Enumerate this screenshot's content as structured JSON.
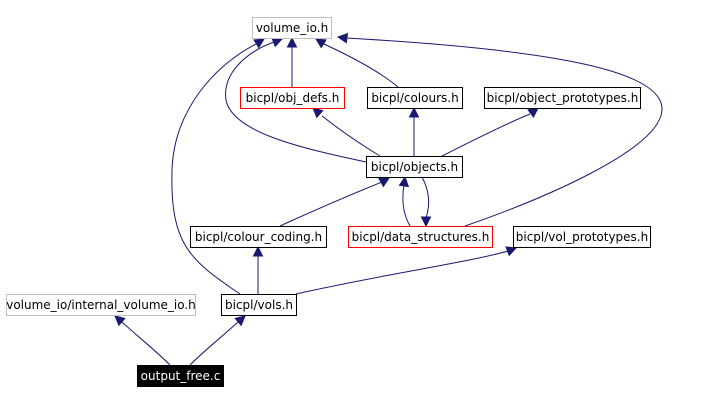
{
  "diagram": {
    "type": "include-dependency-graph",
    "colors": {
      "edge": "#191970",
      "box_border_default": "#000000",
      "box_border_missing": "#bfbfbf",
      "box_border_red": "#ff0000",
      "root_fill": "#000000",
      "root_text": "#ffffff",
      "text": "#000000"
    },
    "nodes": [
      {
        "id": "volume_io_h",
        "label": "volume_io.h",
        "style": "missing"
      },
      {
        "id": "obj_defs_h",
        "label": "bicpl/obj_defs.h",
        "style": "red"
      },
      {
        "id": "colours_h",
        "label": "bicpl/colours.h",
        "style": "default"
      },
      {
        "id": "object_prototypes_h",
        "label": "bicpl/object_prototypes.h",
        "style": "default"
      },
      {
        "id": "objects_h",
        "label": "bicpl/objects.h",
        "style": "default"
      },
      {
        "id": "colour_coding_h",
        "label": "bicpl/colour_coding.h",
        "style": "default"
      },
      {
        "id": "data_structures_h",
        "label": "bicpl/data_structures.h",
        "style": "red"
      },
      {
        "id": "vol_prototypes_h",
        "label": "bicpl/vol_prototypes.h",
        "style": "default"
      },
      {
        "id": "internal_volume_io_h",
        "label": "volume_io/internal_volume_io.h",
        "style": "missing"
      },
      {
        "id": "vols_h",
        "label": "bicpl/vols.h",
        "style": "default"
      },
      {
        "id": "output_free_c",
        "label": "output_free.c",
        "style": "root"
      }
    ],
    "edges": [
      {
        "from": "output_free_c",
        "to": "internal_volume_io_h"
      },
      {
        "from": "output_free_c",
        "to": "vols_h"
      },
      {
        "from": "vols_h",
        "to": "volume_io_h"
      },
      {
        "from": "vols_h",
        "to": "colour_coding_h"
      },
      {
        "from": "vols_h",
        "to": "vol_prototypes_h"
      },
      {
        "from": "colour_coding_h",
        "to": "objects_h"
      },
      {
        "from": "objects_h",
        "to": "volume_io_h"
      },
      {
        "from": "objects_h",
        "to": "obj_defs_h"
      },
      {
        "from": "objects_h",
        "to": "colours_h"
      },
      {
        "from": "objects_h",
        "to": "object_prototypes_h"
      },
      {
        "from": "objects_h",
        "to": "data_structures_h"
      },
      {
        "from": "data_structures_h",
        "to": "objects_h"
      },
      {
        "from": "data_structures_h",
        "to": "volume_io_h"
      },
      {
        "from": "obj_defs_h",
        "to": "volume_io_h"
      },
      {
        "from": "colours_h",
        "to": "volume_io_h"
      }
    ]
  }
}
